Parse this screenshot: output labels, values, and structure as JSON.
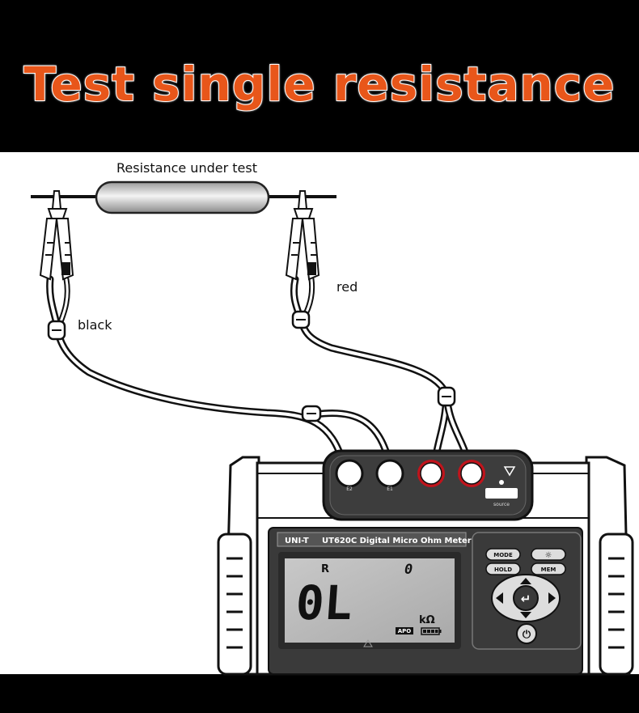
{
  "banner": {
    "title": "Test single resistance"
  },
  "labels": {
    "resistor": "Resistance under test",
    "red": "red",
    "black": "black"
  },
  "meter": {
    "brand": "UNI-T",
    "model": "UT620C Digital Micro Ohm Meter",
    "display": {
      "mode": "R",
      "index": "0",
      "reading": "0L",
      "unit": "kΩ",
      "apo": "APO"
    },
    "terminals": [
      "E2",
      "E1",
      "",
      ""
    ],
    "port_label": "source",
    "buttons": {
      "mode": "MODE",
      "light": "☼",
      "hold": "HOLD",
      "mem": "MEM",
      "enter": "↵",
      "power": "⏻"
    }
  },
  "colors": {
    "title": "#e8561a",
    "red_terminal": "#c0141c",
    "lcd_bg": "#bdbdbd"
  }
}
